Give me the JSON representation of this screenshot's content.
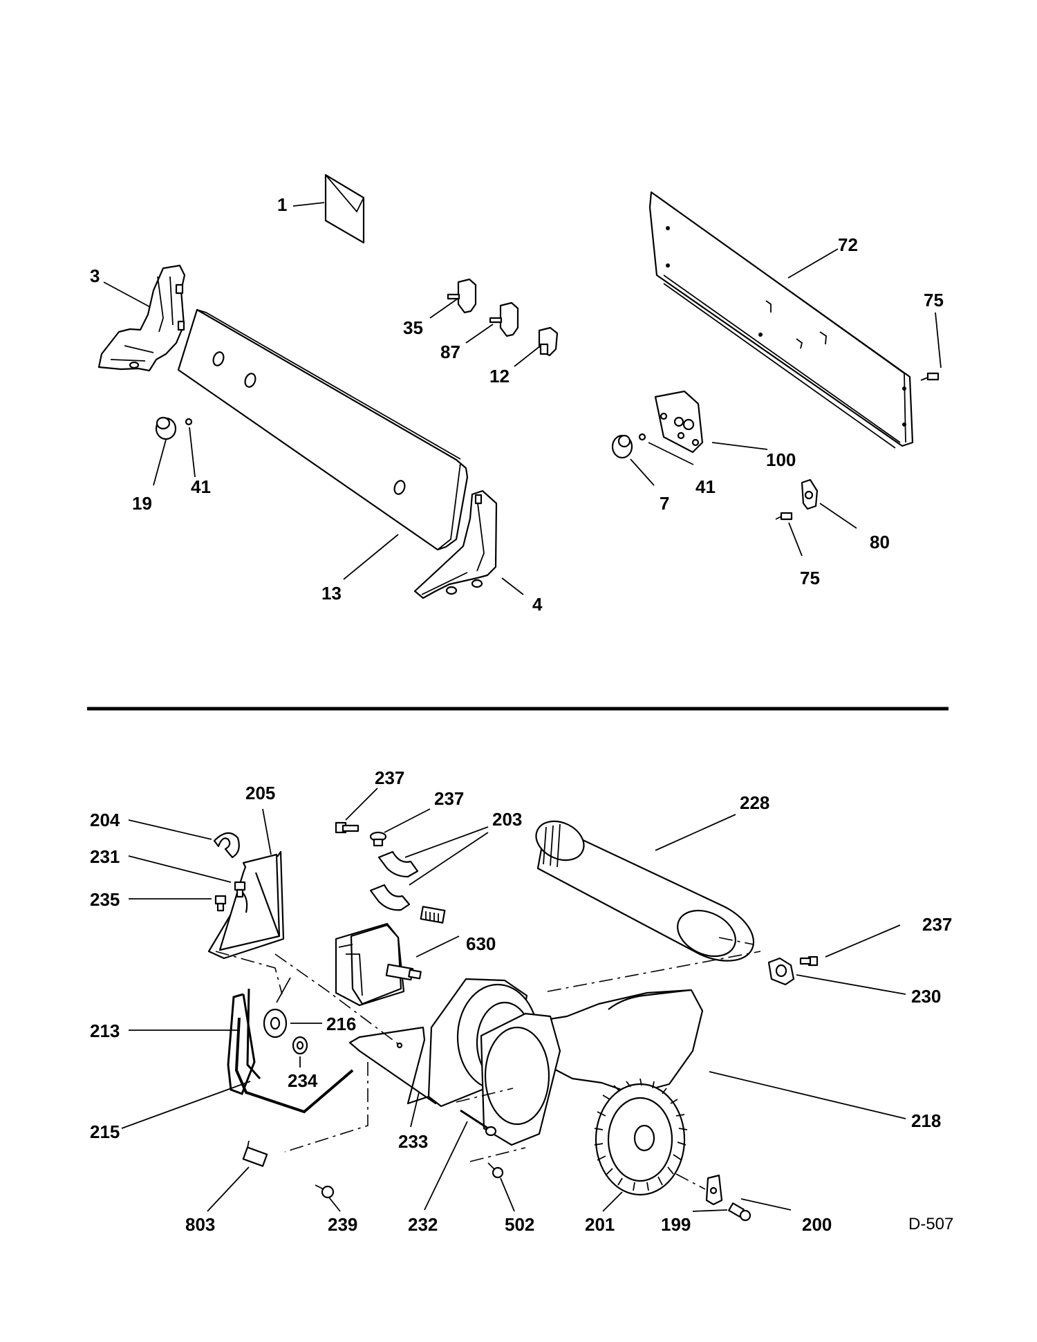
{
  "callouts": {
    "c1": "1",
    "c3": "3",
    "c35": "35",
    "c87": "87",
    "c12": "12",
    "c72": "72",
    "c75a": "75",
    "c100": "100",
    "c41a": "41",
    "c7": "7",
    "c80": "80",
    "c75b": "75",
    "c19": "19",
    "c41b": "41",
    "c13": "13",
    "c4": "4",
    "c205": "205",
    "c204": "204",
    "c231": "231",
    "c235": "235",
    "c237a": "237",
    "c237b": "237",
    "c203": "203",
    "c228": "228",
    "c630": "630",
    "c237c": "237",
    "c230": "230",
    "c213": "213",
    "c216": "216",
    "c234": "234",
    "c215": "215",
    "c233": "233",
    "c218": "218",
    "c232": "232",
    "c803": "803",
    "c239": "239",
    "c502": "502",
    "c201": "201",
    "c199": "199",
    "c200": "200"
  },
  "diagram_code": "D-507"
}
